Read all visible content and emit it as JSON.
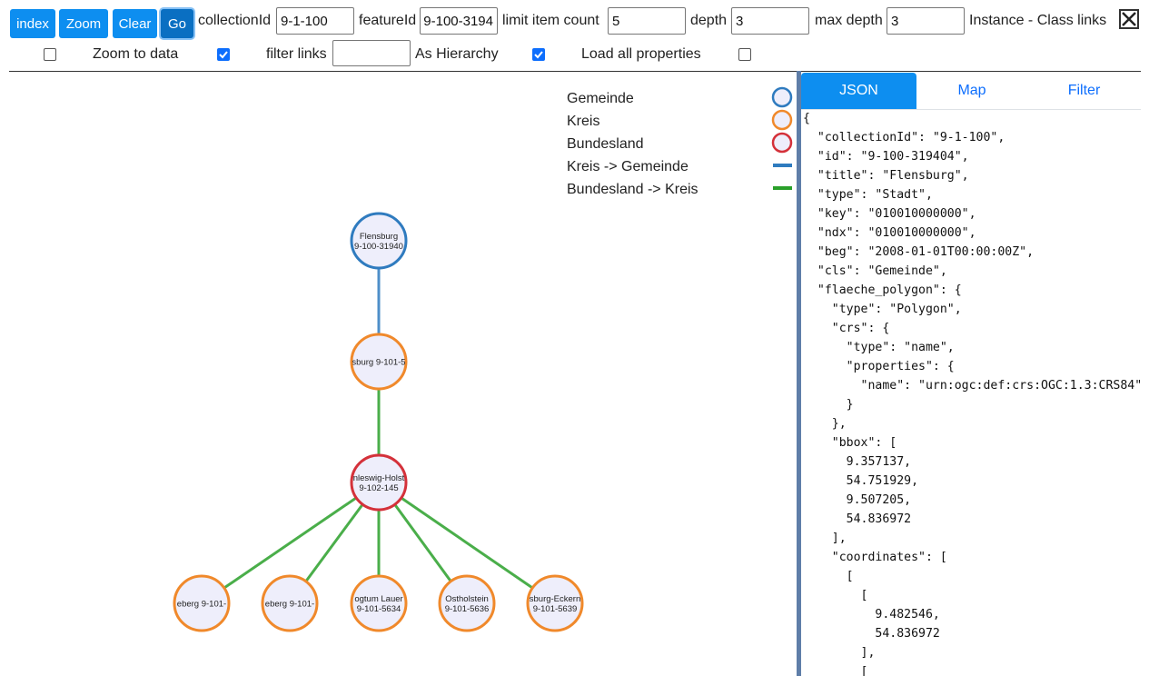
{
  "toolbar": {
    "index_label": "index",
    "zoom_label": "Zoom",
    "clear_label": "Clear",
    "go_label": "Go",
    "collection_label": "collectionId",
    "collection_value": "9-1-100",
    "feature_label": "featureId",
    "feature_value": "9-100-3194",
    "limit_label": "limit item count",
    "limit_value": "5",
    "depth_label": "depth",
    "depth_value": "3",
    "maxdepth_label": "max depth",
    "maxdepth_value": "3",
    "instance_label": "Instance - Class links"
  },
  "options": {
    "zoom_to_data_label": "Zoom to data",
    "zoom_to_data_checked": true,
    "first_checkbox_checked": false,
    "filter_links_label": "filter links",
    "filter_links_value": "",
    "as_hierarchy_label": "As Hierarchy",
    "as_hierarchy_checked": true,
    "load_all_label": "Load all properties",
    "load_all_checked": false
  },
  "legend": [
    {
      "label": "Gemeinde",
      "kind": "node",
      "color": "#2f7bbf"
    },
    {
      "label": "Kreis",
      "kind": "node",
      "color": "#f0892b"
    },
    {
      "label": "Bundesland",
      "kind": "node",
      "color": "#d4313a"
    },
    {
      "label": "Kreis -> Gemeinde",
      "kind": "link",
      "color": "#2f7bbf"
    },
    {
      "label": "Bundesland -> Kreis",
      "kind": "link",
      "color": "#2aa02a"
    }
  ],
  "graph": {
    "node_fill": "#eeeefb",
    "nodes": [
      {
        "id": "n0",
        "class": "Gemeinde",
        "lines": [
          "Flensburg",
          "9-100-31940"
        ]
      },
      {
        "id": "n1",
        "class": "Kreis",
        "lines": [
          "sburg 9-101-5"
        ]
      },
      {
        "id": "n2",
        "class": "Bundesland",
        "lines": [
          "nleswig-Holst",
          "9-102-145"
        ]
      },
      {
        "id": "n3",
        "class": "Kreis",
        "lines": [
          "eberg 9-101-"
        ]
      },
      {
        "id": "n4",
        "class": "Kreis",
        "lines": [
          "eberg 9-101-"
        ]
      },
      {
        "id": "n5",
        "class": "Kreis",
        "lines": [
          "ogtum Lauer",
          "9-101-5634"
        ]
      },
      {
        "id": "n6",
        "class": "Kreis",
        "lines": [
          "Ostholstein",
          "9-101-5636"
        ]
      },
      {
        "id": "n7",
        "class": "Kreis",
        "lines": [
          "sburg-Eckern",
          "9-101-5639"
        ]
      }
    ],
    "links": [
      {
        "source": "n1",
        "target": "n0",
        "type": "Kreis -> Gemeinde"
      },
      {
        "source": "n2",
        "target": "n1",
        "type": "Bundesland -> Kreis"
      },
      {
        "source": "n2",
        "target": "n3",
        "type": "Bundesland -> Kreis"
      },
      {
        "source": "n2",
        "target": "n4",
        "type": "Bundesland -> Kreis"
      },
      {
        "source": "n2",
        "target": "n5",
        "type": "Bundesland -> Kreis"
      },
      {
        "source": "n2",
        "target": "n6",
        "type": "Bundesland -> Kreis"
      },
      {
        "source": "n2",
        "target": "n7",
        "type": "Bundesland -> Kreis"
      }
    ]
  },
  "right_panel": {
    "tabs": [
      {
        "label": "JSON",
        "active": true
      },
      {
        "label": "Map",
        "active": false
      },
      {
        "label": "Filter",
        "active": false
      }
    ],
    "json_lines": [
      "{",
      "  \"collectionId\": \"9-1-100\",",
      "  \"id\": \"9-100-319404\",",
      "  \"title\": \"Flensburg\",",
      "  \"type\": \"Stadt\",",
      "  \"key\": \"010010000000\",",
      "  \"ndx\": \"010010000000\",",
      "  \"beg\": \"2008-01-01T00:00:00Z\",",
      "  \"cls\": \"Gemeinde\",",
      "  \"flaeche_polygon\": {",
      "    \"type\": \"Polygon\",",
      "    \"crs\": {",
      "      \"type\": \"name\",",
      "      \"properties\": {",
      "        \"name\": \"urn:ogc:def:crs:OGC:1.3:CRS84\"",
      "      }",
      "    },",
      "    \"bbox\": [",
      "      9.357137,",
      "      54.751929,",
      "      9.507205,",
      "      54.836972",
      "    ],",
      "    \"coordinates\": [",
      "      [",
      "        [",
      "          9.482546,",
      "          54.836972",
      "        ],",
      "        ["
    ]
  }
}
